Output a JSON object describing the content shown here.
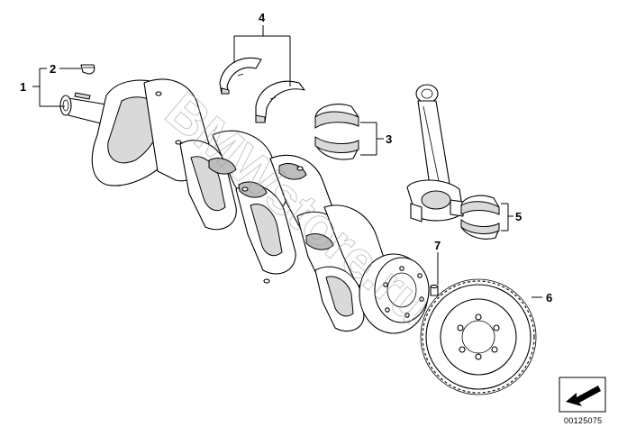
{
  "diagram": {
    "callouts": {
      "c1": "1",
      "c2": "2",
      "c3": "3",
      "c4": "4",
      "c5": "5",
      "c6": "6",
      "c7": "7"
    },
    "part_number": "00125075",
    "watermark_text": "BMWstore.ru",
    "colors": {
      "line": "#000000",
      "shade": "#d9d9d9",
      "watermark": "#9a9a9a"
    }
  }
}
